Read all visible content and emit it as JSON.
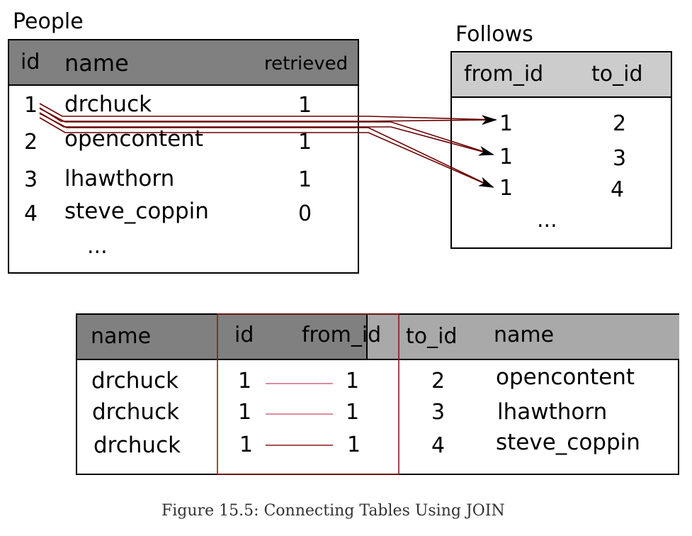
{
  "people": {
    "title": "People",
    "headers": {
      "id": "id",
      "name": "name",
      "retrieved": "retrieved"
    },
    "rows": [
      {
        "id": "1",
        "name": "drchuck",
        "retrieved": "1"
      },
      {
        "id": "2",
        "name": "opencontent",
        "retrieved": "1"
      },
      {
        "id": "3",
        "name": "lhawthorn",
        "retrieved": "1"
      },
      {
        "id": "4",
        "name": "steve_coppin",
        "retrieved": "0"
      }
    ],
    "ellipsis": "..."
  },
  "follows": {
    "title": "Follows",
    "headers": {
      "from_id": "from_id",
      "to_id": "to_id"
    },
    "rows": [
      {
        "from_id": "1",
        "to_id": "2"
      },
      {
        "from_id": "1",
        "to_id": "3"
      },
      {
        "from_id": "1",
        "to_id": "4"
      }
    ],
    "ellipsis": "..."
  },
  "join": {
    "headers": {
      "name1": "name",
      "id": "id",
      "from_id": "from_id",
      "to_id": "to_id",
      "name2": "name"
    },
    "rows": [
      {
        "name1": "drchuck",
        "id": "1",
        "from_id": "1",
        "to_id": "2",
        "name2": "opencontent"
      },
      {
        "name1": "drchuck",
        "id": "1",
        "from_id": "1",
        "to_id": "3",
        "name2": "lhawthorn"
      },
      {
        "name1": "drchuck",
        "id": "1",
        "from_id": "1",
        "to_id": "4",
        "name2": "steve_coppin"
      }
    ]
  },
  "caption": "Figure 15.5: Connecting Tables Using JOIN",
  "colors": {
    "header_dark": "#808080",
    "header_light": "#cccccc",
    "join_header_right": "#a9a9a9",
    "link_line": "#6b0000",
    "join_highlight": "#8b1a1a",
    "join_link_pink": "#d46a7e"
  }
}
